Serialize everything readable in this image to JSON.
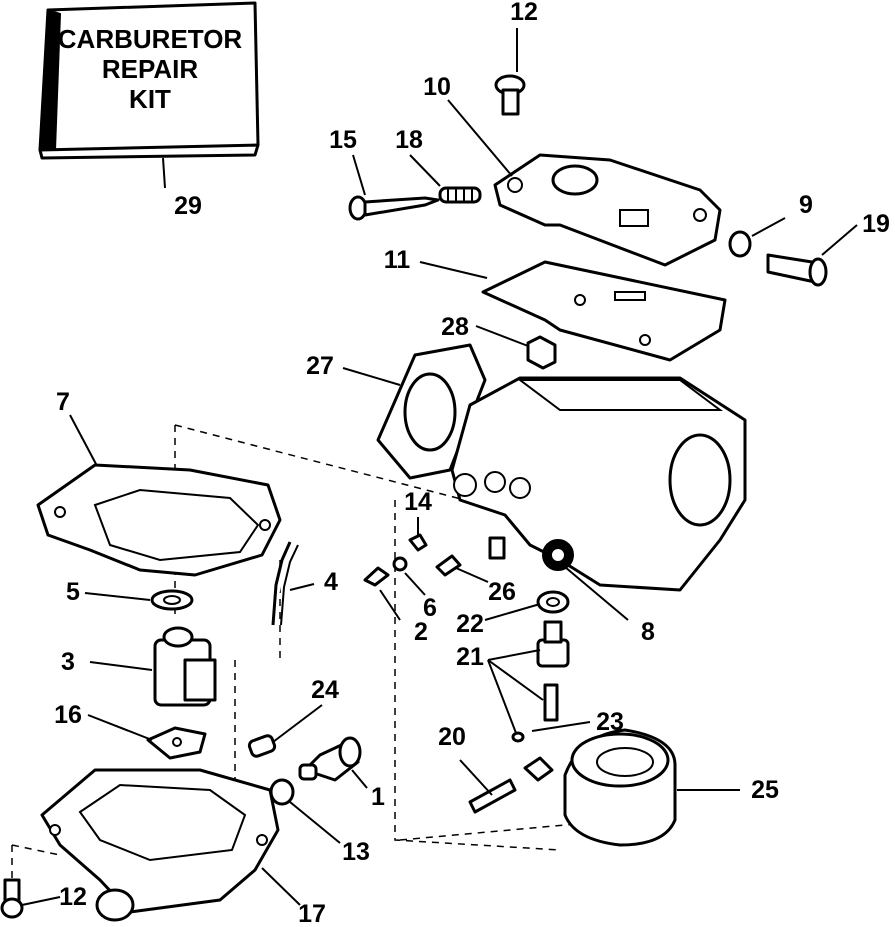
{
  "kit": {
    "line1": "CARBURETOR",
    "line2": "REPAIR",
    "line3": "KIT"
  },
  "labels": {
    "l1": "1",
    "l2": "2",
    "l3": "3",
    "l4": "4",
    "l5": "5",
    "l6": "6",
    "l7": "7",
    "l8": "8",
    "l9": "9",
    "l10": "10",
    "l11": "11",
    "l12a": "12",
    "l12b": "12",
    "l13": "13",
    "l14": "14",
    "l15": "15",
    "l16": "16",
    "l17": "17",
    "l18": "18",
    "l19": "19",
    "l20": "20",
    "l21": "21",
    "l22": "22",
    "l23": "23",
    "l24": "24",
    "l25": "25",
    "l26": "26",
    "l27": "27",
    "l28": "28",
    "l29": "29"
  }
}
